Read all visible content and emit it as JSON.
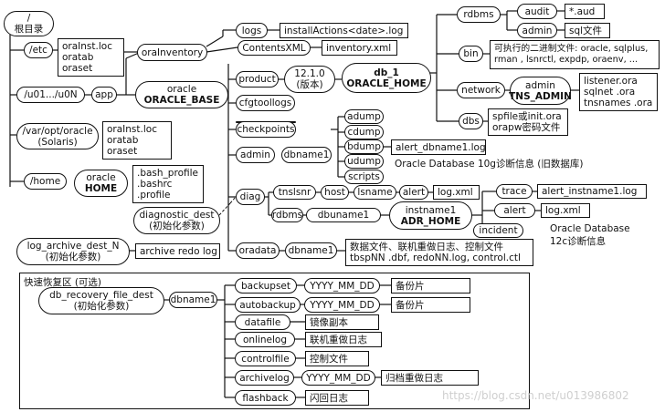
{
  "root": {
    "slash": "/",
    "label": "根目录"
  },
  "etc": {
    "label": "/etc",
    "files": [
      "oraInst.loc",
      "oratab",
      "oraset"
    ]
  },
  "orainventory": {
    "label": "oraInventory",
    "logs": "logs",
    "install_actions": "installActions<date>.log",
    "contents_xml": "ContentsXML",
    "inventory_xml": "inventory.xml"
  },
  "u01": {
    "label": "/u01.../u0N",
    "app": "app"
  },
  "oracle_base": {
    "line1": "oracle",
    "line2": "ORACLE_BASE"
  },
  "var_opt": {
    "line1": "/var/opt/oracle",
    "line2": "(Solaris)",
    "files": [
      "oraInst.loc",
      "oratab",
      "oraset"
    ]
  },
  "home": {
    "label": "/home",
    "oracle_line1": "oracle",
    "oracle_line2": "HOME",
    "files": [
      ".bash_profile",
      ".bashrc",
      ".profile"
    ]
  },
  "product": {
    "label": "product",
    "version_line1": "12.1.0",
    "version_line2": "(版本)",
    "db_line1": "db_1",
    "db_line2": "ORACLE_HOME"
  },
  "oracle_home_children": {
    "rdbms": "rdbms",
    "audit": "audit",
    "aud_file": "*.aud",
    "admin": "admin",
    "sql_files": "sql文件",
    "bin": "bin",
    "bin_desc": [
      "可执行的二进制文件: oracle, sqlplus,",
      "rman , lsnrctl, expdp, oraenv, ..."
    ],
    "network": "network",
    "tns_line1": "admin",
    "tns_line2": "TNS_ADMIN",
    "tns_files": [
      "listener.ora",
      "sqlnet .ora",
      "tnsnames  .ora"
    ],
    "dbs": "dbs",
    "dbs_files": [
      "spfile或init.ora",
      "orapw密码文件"
    ]
  },
  "cfgtoollogs": "cfgtoollogs",
  "checkpoints": "checkpoints",
  "admin": {
    "label": "admin",
    "dbname": "dbname1",
    "subdirs": [
      "adump",
      "cdump",
      "bdump",
      "udump",
      "scripts"
    ],
    "alert_log": "alert_dbname1.log",
    "note": "Oracle Database 10g诊断信息 (旧数据库)"
  },
  "diag": {
    "label": "diag",
    "diagnostic_line1": "diagnostic_dest",
    "diagnostic_line2": "(初始化参数)",
    "tnslsnr": "tnslsnr",
    "host": "host",
    "lsname": "lsname",
    "alert": "alert",
    "log_xml": "log.xml",
    "rdbms": "rdbms",
    "dbuname": "dbuname1",
    "adr_line1": "instname1",
    "adr_line2": "ADR_HOME",
    "trace": "trace",
    "alert_instname": "alert_instname1.log",
    "alert2": "alert",
    "log_xml2": "log.xml",
    "incident": "incident",
    "note_line1": "Oracle Database",
    "note_line2": "12c诊断信息"
  },
  "archive": {
    "line1": "log_archive_dest_N",
    "line2": "(初始化参数)",
    "redo": "archive redo log"
  },
  "oradata": {
    "label": "oradata",
    "dbname": "dbname1",
    "desc": [
      "数据文件、联机重做日志、控制文件",
      "tbspNN  .dbf, redoNN.log, control.ctl"
    ]
  },
  "fra": {
    "title": "快速恢复区 (可选)",
    "dest_line1": "db_recovery_file_dest",
    "dest_line2": "(初始化参数)",
    "dbname": "dbname1",
    "items": [
      {
        "label": "backupset",
        "date": "YYYY_MM_DD",
        "desc": "备份片"
      },
      {
        "label": "autobackup",
        "date": "YYYY_MM_DD",
        "desc": "备份片"
      },
      {
        "label": "datafile",
        "date": "",
        "desc": "镜像副本"
      },
      {
        "label": "onlinelog",
        "date": "",
        "desc": "联机重做日志"
      },
      {
        "label": "controlfile",
        "date": "",
        "desc": "控制文件"
      },
      {
        "label": "archivelog",
        "date": "YYYY_MM_DD",
        "desc": "归档重做日志"
      },
      {
        "label": "flashback",
        "date": "",
        "desc": "闪回日志"
      }
    ]
  },
  "watermark": "https://blog.csdn.net/u013986802"
}
